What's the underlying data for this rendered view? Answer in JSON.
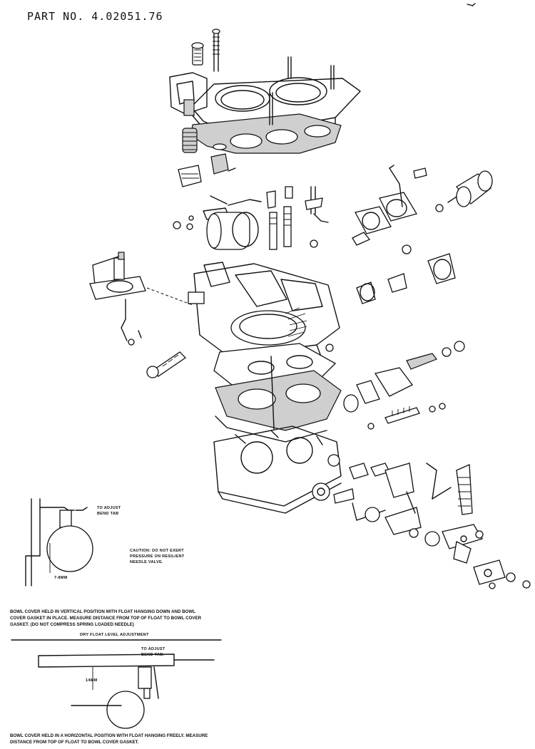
{
  "header": {
    "part_number": "PART NO. 4.02051.76"
  },
  "upper_inset": {
    "adjust_label_1": "TO ADJUST",
    "adjust_label_2": "BEND TAB",
    "caution_1": "CAUTION: DO NOT EXERT",
    "caution_2": "PRESSURE ON RESILIENT",
    "caution_3": "NEEDLE VALVE.",
    "dimension": "7-8MM",
    "caption_1": "BOWL COVER HELD IN VERTICAL POSITION WITH FLOAT HANGING DOWN AND BOWL",
    "caption_2": "COVER GASKET IN PLACE. MEASURE DISTANCE FROM TOP OF FLOAT TO BOWL COVER",
    "caption_3": "GASKET. (DO NOT COMPRESS SPRING LOADED NEEDLE)"
  },
  "lower_inset": {
    "section_title": "DRY FLOAT LEVEL ADJUSTMENT",
    "adjust_label_1": "TO ADJUST",
    "adjust_label_2": "BEND TAB.",
    "dimension": "14MM",
    "caption_1": "BOWL COVER HELD IN A HORIZONTAL POSITION WITH FLOAT HANGING FREELY. MEASURE",
    "caption_2": "DISTANCE FROM TOP OF FLOAT TO BOWL COVER GASKET."
  }
}
